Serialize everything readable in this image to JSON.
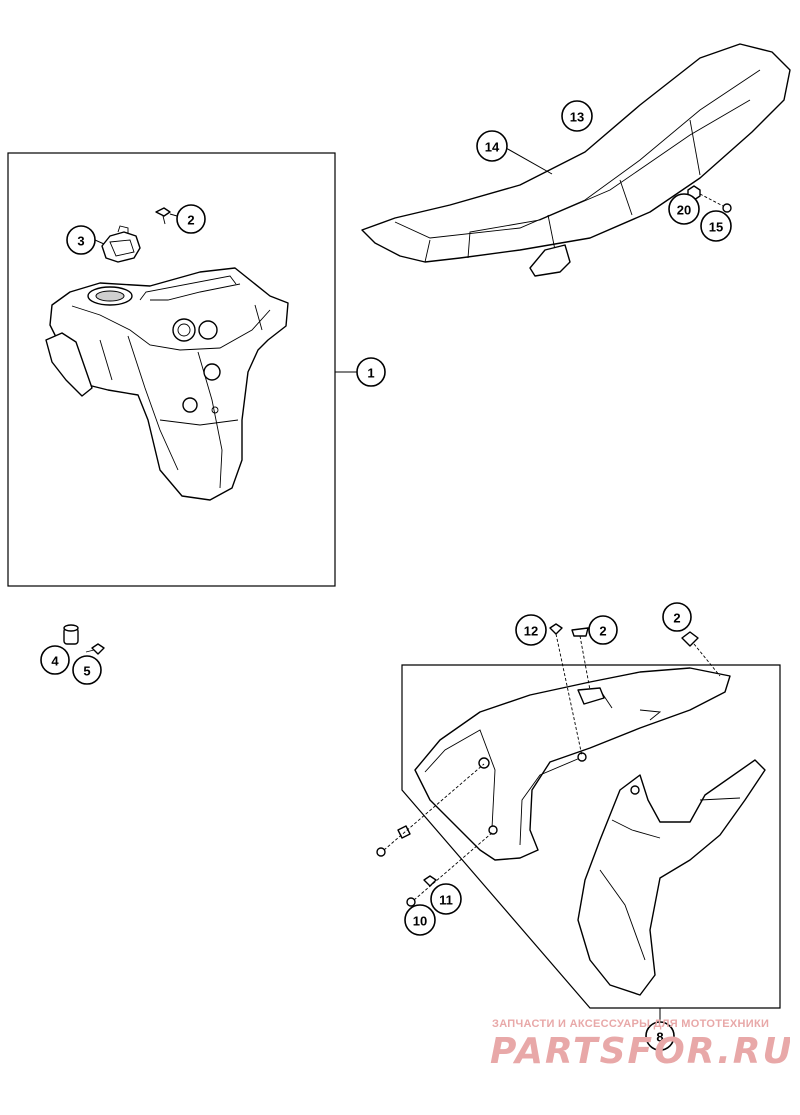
{
  "callouts": [
    {
      "id": "c1",
      "label": "1"
    },
    {
      "id": "c2a",
      "label": "2"
    },
    {
      "id": "c3",
      "label": "3"
    },
    {
      "id": "c4",
      "label": "4"
    },
    {
      "id": "c5",
      "label": "5"
    },
    {
      "id": "c13",
      "label": "13"
    },
    {
      "id": "c14",
      "label": "14"
    },
    {
      "id": "c20",
      "label": "20"
    },
    {
      "id": "c15",
      "label": "15"
    },
    {
      "id": "c12",
      "label": "12"
    },
    {
      "id": "c2b",
      "label": "2"
    },
    {
      "id": "c2c",
      "label": "2"
    },
    {
      "id": "c11",
      "label": "11"
    },
    {
      "id": "c10",
      "label": "10"
    },
    {
      "id": "c8",
      "label": "8"
    }
  ],
  "watermark": {
    "tagline": "ЗАПЧАСТИ И АКСЕССУАРЫ ДЛЯ МОТОТЕХНИКИ",
    "logo_text": "PARTSFOR.RU",
    "color": "#e8a8a8"
  },
  "colors": {
    "line": "#000000",
    "background": "#ffffff",
    "shade": "#cfcfcf"
  }
}
